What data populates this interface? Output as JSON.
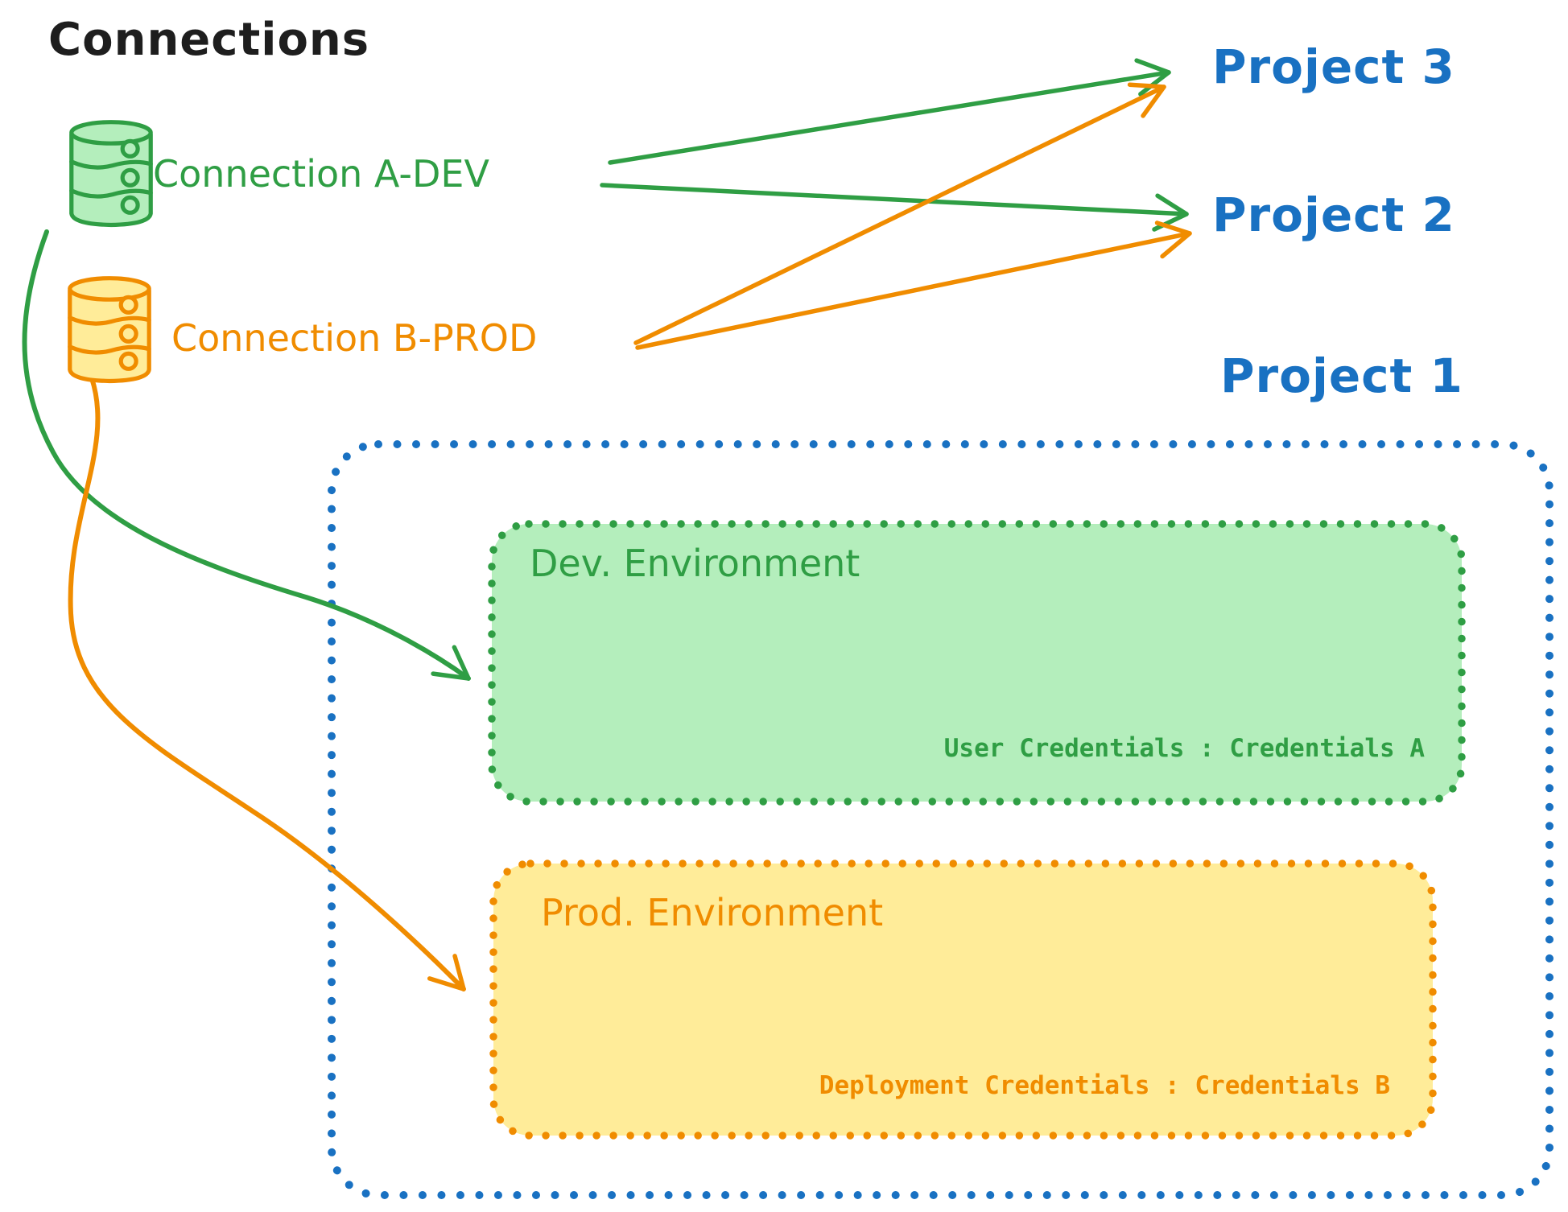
{
  "title": "Connections",
  "connections": {
    "a_dev": {
      "label": "Connection A-DEV"
    },
    "b_prod": {
      "label": "Connection B-PROD"
    }
  },
  "projects": {
    "p3": "Project 3",
    "p2": "Project 2",
    "p1": "Project 1"
  },
  "environments": {
    "dev": {
      "title": "Dev. Environment",
      "credentials": "User Credentials : Credentials A"
    },
    "prod": {
      "title": "Prod. Environment",
      "credentials": "Deployment Credentials : Credentials B"
    }
  },
  "colors": {
    "green_stroke": "#2f9e44",
    "green_fill": "#b4eebc",
    "orange_stroke": "#f08c00",
    "orange_fill": "#ffec99",
    "blue": "#1971c2",
    "title_text": "#1e1e1e"
  }
}
